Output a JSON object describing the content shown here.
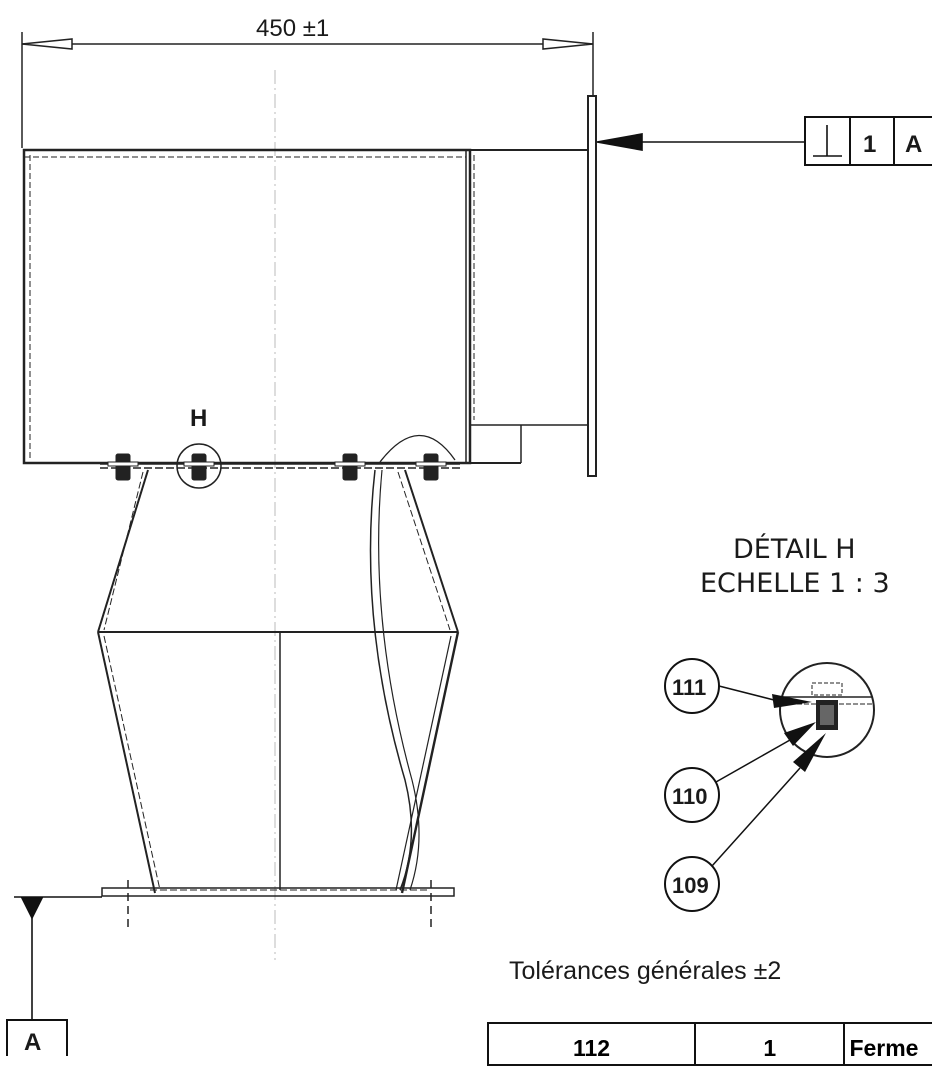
{
  "dimension": {
    "overall_width": "450 ±1"
  },
  "tolerance_frame": {
    "symbol": "⊥",
    "tolerance": "1",
    "datum": "A"
  },
  "datum": {
    "label": "A"
  },
  "detail": {
    "marker": "H",
    "title": "DÉTAIL H",
    "scale": "ECHELLE 1 : 3"
  },
  "balloons": [
    "111",
    "110",
    "109"
  ],
  "general_tolerance": "Tolérances générales ±2",
  "parts_table": {
    "row": [
      "112",
      "1",
      "Ferme"
    ]
  }
}
